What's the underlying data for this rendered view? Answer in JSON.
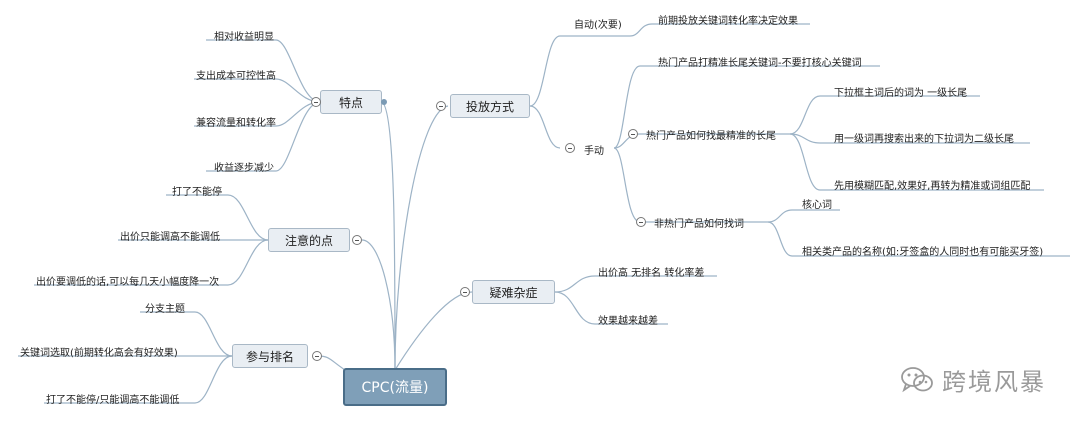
{
  "root": {
    "label": "CPC(流量)"
  },
  "branches": {
    "features": {
      "label": "特点",
      "items": [
        "相对收益明显",
        "支出成本可控性高",
        "兼容流量和转化率",
        "收益逐步减少"
      ]
    },
    "notes": {
      "label": "注意的点",
      "items": [
        "打了不能停",
        "出价只能调高不能调低",
        "出价要调低的话,可以每几天小幅度降一次"
      ]
    },
    "ranking": {
      "label": "参与排名",
      "items": [
        "分支主题",
        "关键词选取(前期转化高会有好效果)",
        "打了不能停/只能调高不能调低"
      ]
    },
    "delivery": {
      "label": "投放方式",
      "auto": {
        "label": "自动(次要)",
        "item": "前期投放关键词转化率决定效果"
      },
      "manual": {
        "label": "手动",
        "hot_keyword": "热门产品打精准长尾关键词-不要打核心关键词",
        "hot_find": {
          "label": "热门产品如何找最精准的长尾",
          "items": [
            "下拉框主词后的词为 一级长尾",
            "用一级词再搜索出来的下拉词为二级长尾",
            "先用模糊匹配,效果好,再转为精准或词组匹配"
          ]
        },
        "nonhot_find": {
          "label": "非热门产品如何找词",
          "items": [
            "核心词",
            "相关类产品的名称(如:牙签盒的人同时也有可能买牙签)"
          ]
        }
      }
    },
    "issues": {
      "label": "疑难杂症",
      "items": [
        "出价高 无排名 转化率差",
        "效果越来越差"
      ]
    }
  },
  "watermark": {
    "text": "跨境风暴",
    "icon": "wechat-icon"
  }
}
